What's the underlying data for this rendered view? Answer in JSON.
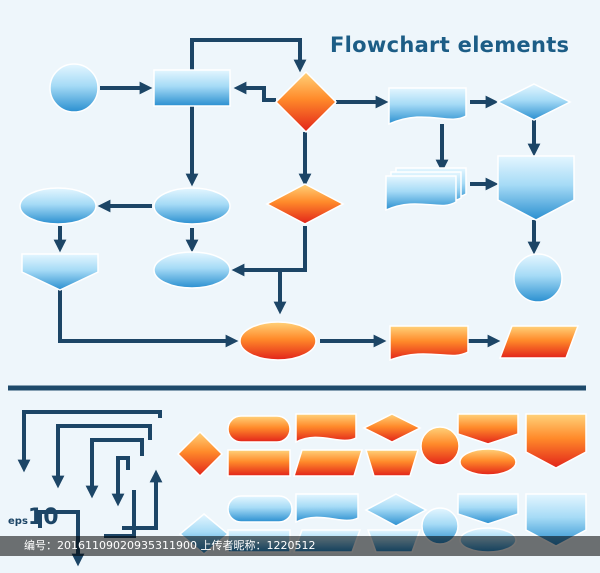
{
  "diagram": {
    "title": "Flowchart elements",
    "eps_label": "eps",
    "eps_version": "10",
    "watermark": "编号：20161109020935311900 上传者昵称：1220512"
  },
  "colors": {
    "background": "#eef6fb",
    "blue_light": "#bfe6fb",
    "blue_dark": "#2a8fd0",
    "red_light": "#ffb347",
    "red_dark": "#e2231a",
    "line": "#1c4566",
    "divider": "#1e4a6b"
  }
}
